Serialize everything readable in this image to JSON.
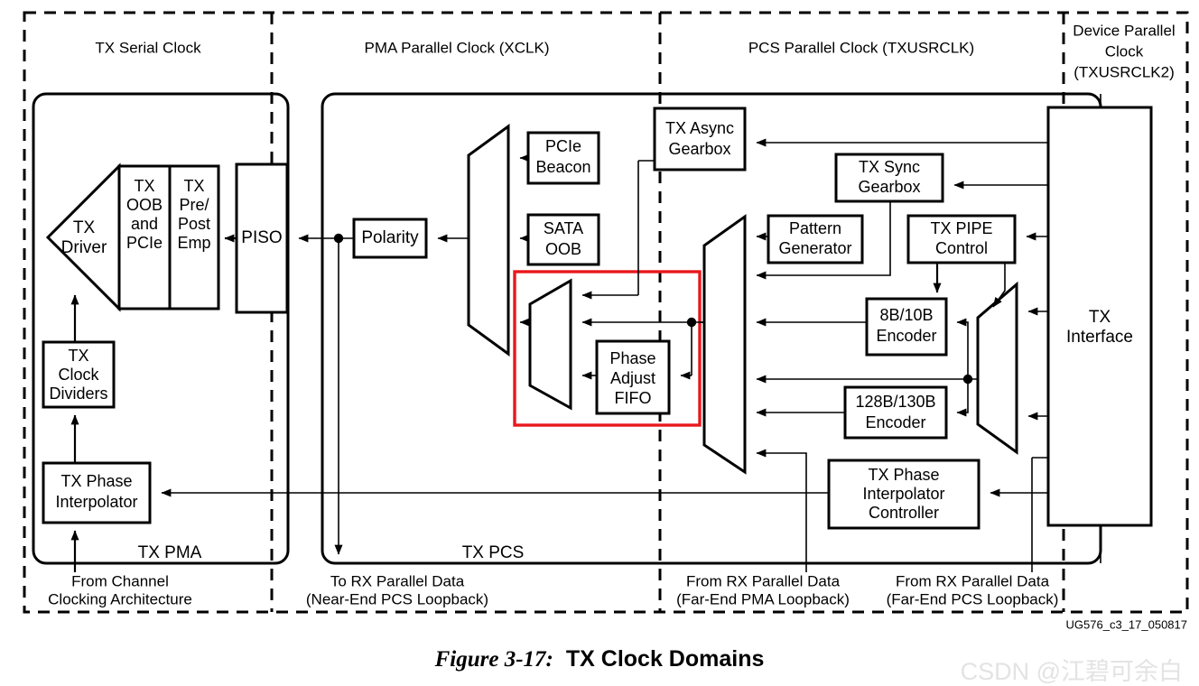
{
  "figure": {
    "number": "Figure 3-17:",
    "title": "TX Clock Domains",
    "doc_code": "UG576_c3_17_050817",
    "watermark": "CSDN @江碧可余白"
  },
  "clock_domains": [
    {
      "id": "tx-serial-clock",
      "label": "TX Serial Clock"
    },
    {
      "id": "pma-parallel-clock",
      "label": "PMA Parallel Clock (XCLK)"
    },
    {
      "id": "pcs-parallel-clock",
      "label": "PCS Parallel Clock (TXUSRCLK)"
    },
    {
      "id": "device-parallel-clock",
      "line1": "Device Parallel",
      "line2": "Clock",
      "line3": "(TXUSRCLK2)"
    }
  ],
  "sections": [
    {
      "id": "tx-pma",
      "label": "TX PMA"
    },
    {
      "id": "tx-pcs",
      "label": "TX PCS"
    }
  ],
  "blocks": {
    "tx_driver": {
      "label": "TX Driver",
      "l1": "TX",
      "l2": "Driver"
    },
    "tx_oob_pcie": {
      "l1": "TX",
      "l2": "OOB",
      "l3": "and",
      "l4": "PCIe"
    },
    "tx_pre_post_emp": {
      "l1": "TX",
      "l2": "Pre/",
      "l3": "Post",
      "l4": "Emp"
    },
    "piso": {
      "label": "PISO"
    },
    "tx_clock_dividers": {
      "l1": "TX",
      "l2": "Clock",
      "l3": "Dividers"
    },
    "tx_phase_interpolator": {
      "l1": "TX Phase",
      "l2": "Interpolator"
    },
    "polarity": {
      "label": "Polarity"
    },
    "pcie_beacon": {
      "l1": "PCIe",
      "l2": "Beacon"
    },
    "sata_oob": {
      "l1": "SATA",
      "l2": "OOB"
    },
    "phase_adjust_fifo": {
      "l1": "Phase",
      "l2": "Adjust",
      "l3": "FIFO"
    },
    "tx_async_gearbox": {
      "l1": "TX Async",
      "l2": "Gearbox"
    },
    "tx_sync_gearbox": {
      "l1": "TX Sync",
      "l2": "Gearbox"
    },
    "pattern_generator": {
      "l1": "Pattern",
      "l2": "Generator"
    },
    "tx_pipe_control": {
      "l1": "TX PIPE",
      "l2": "Control"
    },
    "encoder_8b10b": {
      "l1": "8B/10B",
      "l2": "Encoder"
    },
    "encoder_128b130b": {
      "l1": "128B/130B",
      "l2": "Encoder"
    },
    "tx_phase_interp_controller": {
      "l1": "TX Phase",
      "l2": "Interpolator",
      "l3": "Controller"
    },
    "tx_interface": {
      "l1": "TX",
      "l2": "Interface"
    }
  },
  "footer_labels": [
    {
      "id": "from-channel-clocking",
      "l1": "From Channel",
      "l2": "Clocking Architecture"
    },
    {
      "id": "to-rx-near-end-pcs",
      "l1": "To RX Parallel Data",
      "l2": "(Near-End PCS Loopback)"
    },
    {
      "id": "from-rx-far-end-pma",
      "l1": "From RX Parallel Data",
      "l2": "(Far-End PMA Loopback)"
    },
    {
      "id": "from-rx-far-end-pcs",
      "l1": "From RX Parallel Data",
      "l2": "(Far-End PCS Loopback)"
    }
  ],
  "colors": {
    "highlight": "#e8181c",
    "line": "#000000",
    "background": "#ffffff",
    "watermark": "#e3e3e3"
  }
}
